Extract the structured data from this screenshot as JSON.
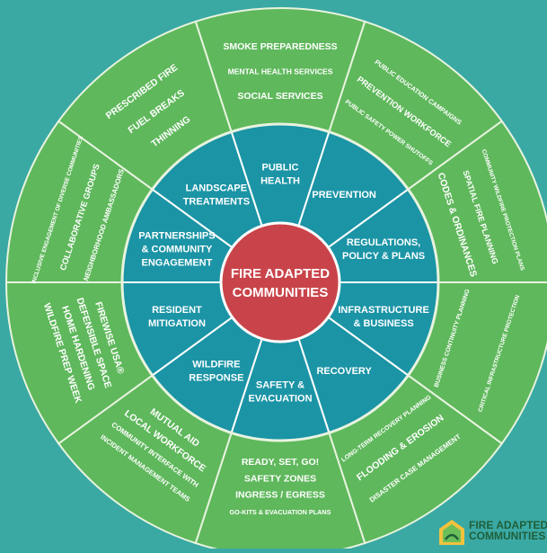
{
  "center": {
    "lines": [
      "FIRE ADAPTED",
      "COMMUNITIES"
    ],
    "color": "#c9444a"
  },
  "colors": {
    "background": "#3aa9a4",
    "outer_ring": "#5fb85c",
    "outer_ring_stroke": "#e8f3df",
    "inner_ring": "#1b94a6",
    "center": "#c9444a",
    "brand_text": "#1f5f3a"
  },
  "inner_segments": [
    {
      "id": "public-health",
      "lines": [
        "PUBLIC",
        "HEALTH"
      ]
    },
    {
      "id": "prevention",
      "lines": [
        "PREVENTION"
      ]
    },
    {
      "id": "regulations",
      "lines": [
        "REGULATIONS,",
        "POLICY & PLANS"
      ]
    },
    {
      "id": "infrastructure",
      "lines": [
        "INFRASTRUCTURE",
        "& BUSINESS"
      ]
    },
    {
      "id": "recovery",
      "lines": [
        "RECOVERY"
      ]
    },
    {
      "id": "safety-evacuation",
      "lines": [
        "SAFETY &",
        "EVACUATION"
      ]
    },
    {
      "id": "wildfire-response",
      "lines": [
        "WILDFIRE",
        "RESPONSE"
      ]
    },
    {
      "id": "resident-mitigation",
      "lines": [
        "RESIDENT",
        "MITIGATION"
      ]
    },
    {
      "id": "partnerships",
      "lines": [
        "PARTNERSHIPS",
        "& COMMUNITY",
        "ENGAGEMENT"
      ]
    },
    {
      "id": "landscape-treatments",
      "lines": [
        "LANDSCAPE",
        "TREATMENTS"
      ]
    }
  ],
  "outer_segments": [
    {
      "id": "public-health",
      "items": [
        "SMOKE PREPAREDNESS",
        "MENTAL HEALTH SERVICES",
        "SOCIAL SERVICES"
      ]
    },
    {
      "id": "prevention",
      "items": [
        "PUBLIC EDUCATION CAMPAIGNS",
        "PREVENTION WORKFORCE",
        "PUBLIC SAFETY POWER SHUTOFFS"
      ]
    },
    {
      "id": "regulations",
      "items": [
        "COMMUNITY WILDFIRE PROTECTION PLANS",
        "SPATIAL FIRE PLANNING",
        "CODES & ORDINANCES"
      ]
    },
    {
      "id": "infrastructure",
      "items": [
        "BUSINESS CONTINUITY PLANNING",
        "CRITICAL INFRASTRUCTURE PROTECTION"
      ]
    },
    {
      "id": "recovery",
      "items": [
        "LONG-TERM RECOVERY PLANNING",
        "FLOODING & EROSION",
        "DISASTER CASE MANAGEMENT"
      ]
    },
    {
      "id": "safety-evacuation",
      "items": [
        "READY, SET, GO!",
        "SAFETY ZONES",
        "INGRESS / EGRESS",
        "GO-KITS & EVACUATION PLANS"
      ]
    },
    {
      "id": "wildfire-response",
      "items": [
        "MUTUAL AID",
        "LOCAL WORKFORCE",
        "COMMUNITY INTERFACE WITH",
        "INCIDENT MANAGEMENT TEAMS"
      ]
    },
    {
      "id": "resident-mitigation",
      "items": [
        "FIREWISE USA®",
        "DEFENSIBLE SPACE",
        "HOME HARDENING",
        "WILDFIRE PREP WEEK"
      ]
    },
    {
      "id": "partnerships",
      "items": [
        "INCLUSIVE ENGAGEMENT OF DIVERSE COMMUNITIES",
        "COLLABORATIVE GROUPS",
        "NEIGHBORHOOD AMBASSADORS"
      ]
    },
    {
      "id": "landscape-treatments",
      "items": [
        "PRESCRIBED FIRE",
        "FUEL BREAKS",
        "THINNING"
      ]
    }
  ],
  "brand": {
    "lines": [
      "FIRE ADAPTED",
      "COMMUNITIES"
    ],
    "logo": "fire-adapted-communities-logo"
  }
}
